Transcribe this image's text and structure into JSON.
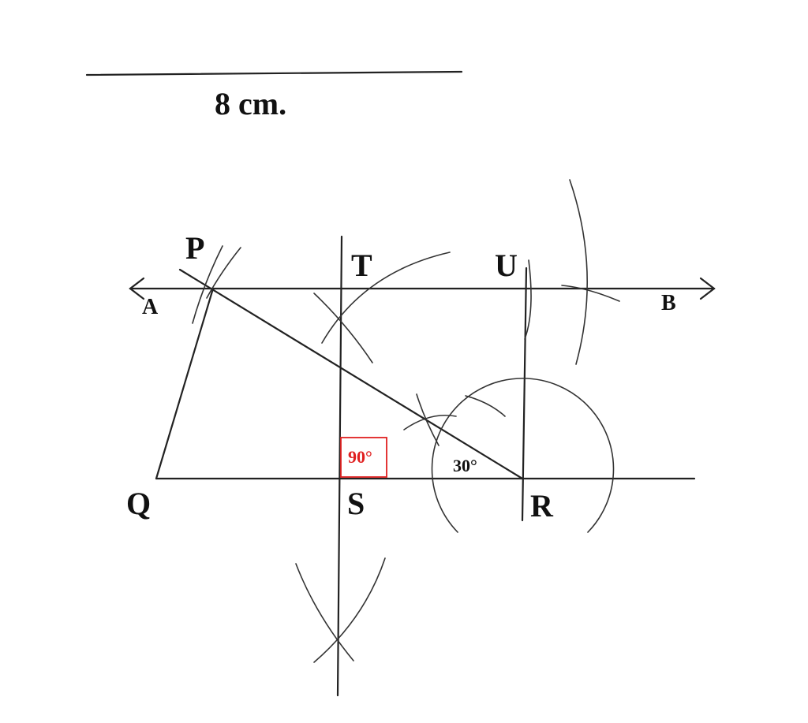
{
  "scale": {
    "length_label": "8 cm."
  },
  "points": {
    "P": "P",
    "Q": "Q",
    "R": "R",
    "S": "S",
    "T": "T",
    "U": "U",
    "A": "A",
    "B": "B"
  },
  "angles": {
    "right_angle": "90°",
    "angle_R": "30°"
  },
  "colors": {
    "line": "#222222",
    "right_angle_marker": "#e02020"
  }
}
